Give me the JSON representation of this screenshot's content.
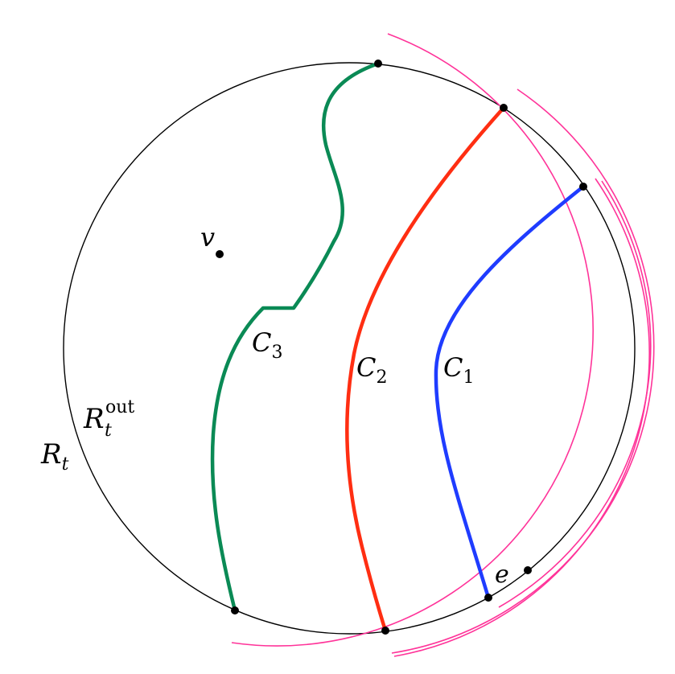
{
  "labels": {
    "v": "v",
    "e": "e",
    "c1_base": "C",
    "c1_sub": "1",
    "c2_base": "C",
    "c2_sub": "2",
    "c3_base": "C",
    "c3_sub": "3",
    "rt_base": "R",
    "rt_sub": "t",
    "rout_base": "R",
    "rout_sub": "t",
    "rout_sup": "out"
  },
  "colors": {
    "outline": "#000000",
    "curve_c1": "#1f3cff",
    "curve_c2": "#ff2e12",
    "curve_c3": "#0a8a55",
    "arcs": "#ff3399"
  }
}
